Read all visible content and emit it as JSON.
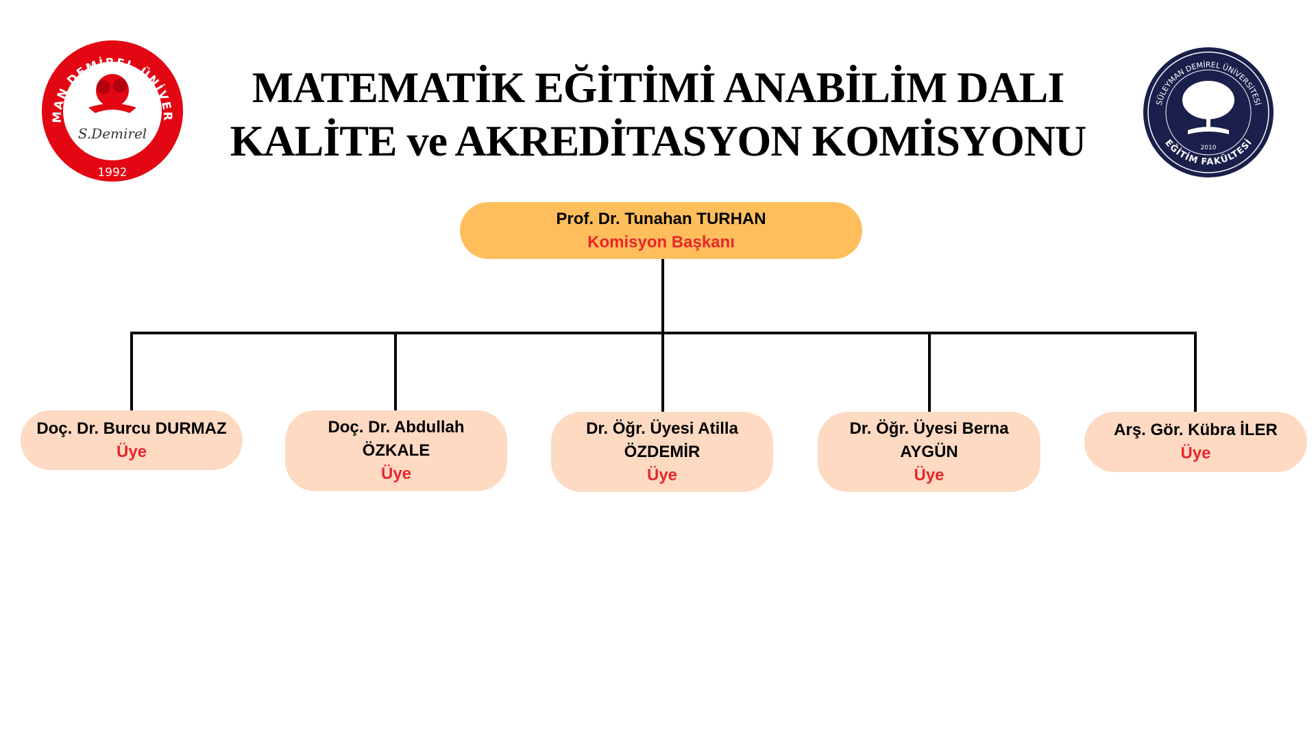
{
  "header": {
    "title_line1": "MATEMATİK EĞİTİMİ ANABİLİM DALI",
    "title_line2": "KALİTE ve AKREDİTASYON KOMİSYONU"
  },
  "logos": {
    "left": {
      "text_top": "SÜLEYMAN DEMİREL ÜNİVERSİTESİ",
      "signature": "S.Demirel",
      "year": "1992",
      "color": "#E30613"
    },
    "right": {
      "text_top": "SÜLEYMAN DEMİREL ÜNİVERSİTESİ",
      "text_bottom": "EĞİTİM FAKÜLTESİ",
      "year": "2010",
      "color": "#1B1F4B"
    }
  },
  "chair": {
    "name": "Prof. Dr. Tunahan TURHAN",
    "role": "Komisyon Başkanı"
  },
  "members": [
    {
      "name": "Doç. Dr. Burcu DURMAZ",
      "role": "Üye"
    },
    {
      "name": "Doç. Dr. Abdullah ÖZKALE",
      "role": "Üye"
    },
    {
      "name": "Dr. Öğr. Üyesi Atilla ÖZDEMİR",
      "role": "Üye"
    },
    {
      "name": "Dr. Öğr. Üyesi Berna AYGÜN",
      "role": "Üye"
    },
    {
      "name": "Arş. Gör. Kübra İLER",
      "role": "Üye"
    }
  ],
  "colors": {
    "chair_fill": "#FFBE5C",
    "member_fill": "#FEDAC3",
    "role_text": "#E8262B"
  }
}
